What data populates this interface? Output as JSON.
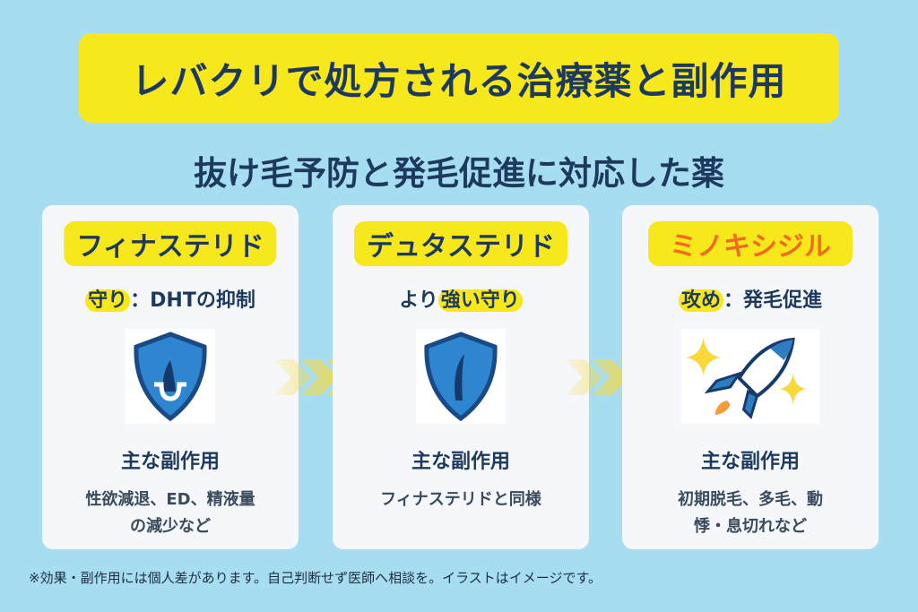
{
  "title": "レバクリで処方される治療薬と副作用",
  "subtitle": "抜け毛予防と発毛促進に対応した薬",
  "cards": [
    {
      "name": "フィナステリド",
      "tag_highlight": "守り",
      "tag_rest": "：DHTの抑制",
      "icon": "shield-hair-follicle-icon",
      "side_heading": "主な副作用",
      "details": [
        "性欲減退、ED、精液量",
        "の減少など"
      ]
    },
    {
      "name": "デュタステリド",
      "tag_prefix": "より",
      "tag_highlight": "強い守り",
      "icon": "shield-hair-icon",
      "side_heading": "主な副作用",
      "details": [
        "フィナステリドと同様"
      ]
    },
    {
      "name": "ミノキシジル",
      "tag_highlight": "攻め",
      "tag_rest": "：発毛促進",
      "icon": "rocket-icon",
      "side_heading": "主な副作用",
      "details": [
        "初期脱毛、多毛、動",
        "悸・息切れなど"
      ]
    }
  ],
  "footnote": "※効果・副作用には個人差があります。自己判断せず医師へ相談を。イラストはイメージです。",
  "colors": {
    "background": "#a7ddf1",
    "highlight": "#f7e81b",
    "text": "#1d3a5e",
    "accent": "#f26b1d"
  }
}
